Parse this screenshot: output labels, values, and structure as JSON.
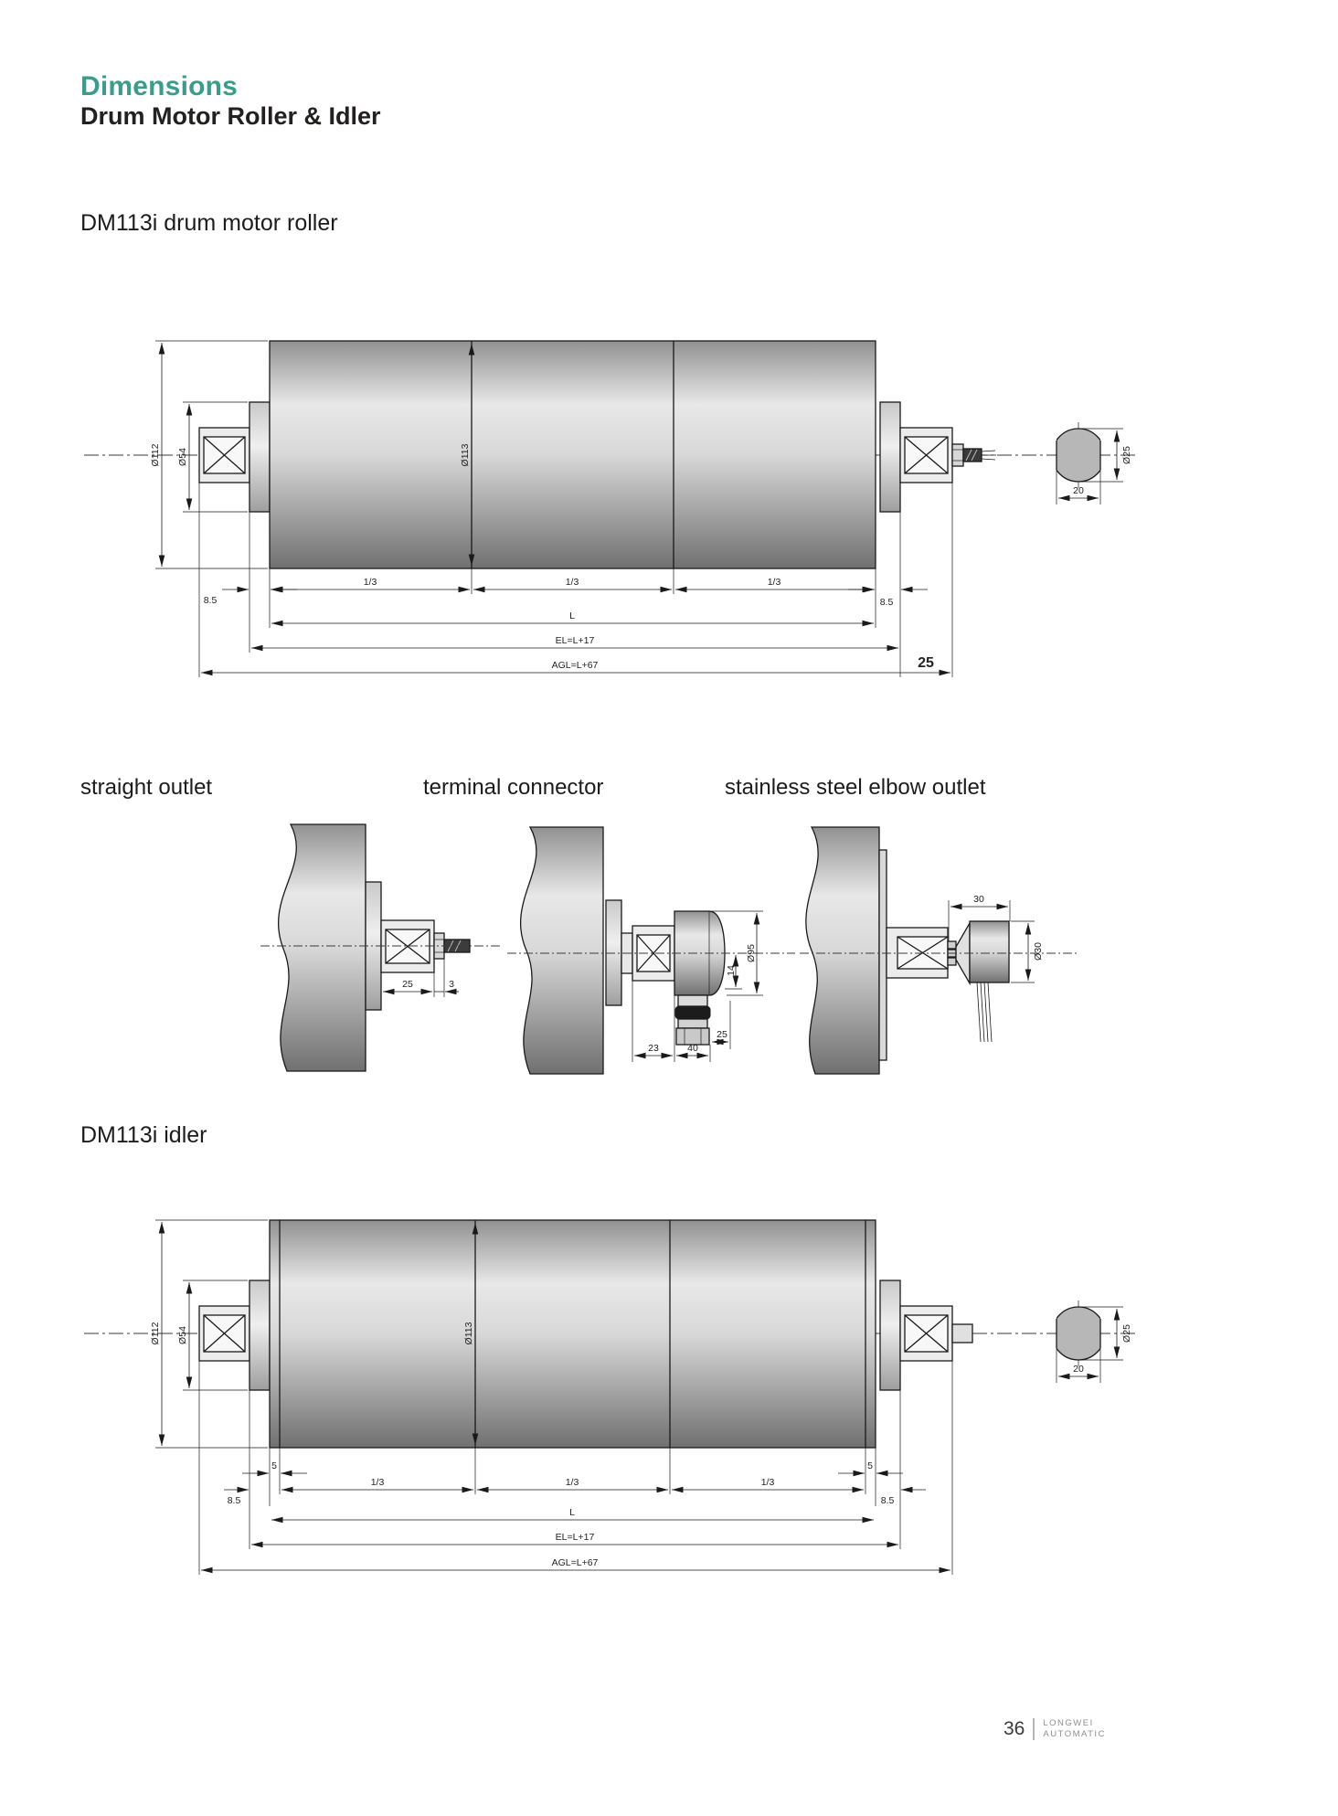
{
  "page": {
    "title": "Dimensions",
    "subtitle": "Drum Motor Roller & Idler",
    "footer_page": "36",
    "footer_brand_top": "LONGWEI",
    "footer_brand_bottom": "AUTOMATIC"
  },
  "sections": {
    "roller_heading": "DM113i drum motor roller",
    "idler_heading": "DM113i idler",
    "detail_straight": "straight outlet",
    "detail_terminal": "terminal connector",
    "detail_elbow": "stainless steel elbow outlet"
  },
  "roller": {
    "dia_mount": "Ø112",
    "dia_housing": "Ø54",
    "dia_shell": "Ø113",
    "seg_1": "1/3",
    "seg_2": "1/3",
    "seg_3": "1/3",
    "inset_left": "8.5",
    "inset_right": "8.5",
    "len_shell": "L",
    "len_el": "EL=L+17",
    "len_shaft": "25",
    "len_agl": "AGL=L+67",
    "dia_shaft_end": "Ø25",
    "shaft_flats": "20"
  },
  "straight": {
    "dim_bearing": "25",
    "dim_gap": "3"
  },
  "terminal": {
    "dim_offset": "23",
    "dim_plug_width": "40",
    "dim_plug_side": "25",
    "dim_depth": "14",
    "dia_cap": "Ø95"
  },
  "elbow": {
    "dim_length": "30",
    "dia_body": "Ø30"
  },
  "idler": {
    "dia_mount": "Ø112",
    "dia_housing": "Ø54",
    "dia_shell": "Ø113",
    "cap_left": "5",
    "cap_right": "5",
    "seg_1": "1/3",
    "seg_2": "1/3",
    "seg_3": "1/3",
    "inset_left": "8.5",
    "inset_right": "8.5",
    "len_shell": "L",
    "len_el": "EL=L+17",
    "len_agl": "AGL=L+67",
    "dia_shaft_end": "Ø25",
    "shaft_flats": "20"
  },
  "colors": {
    "accent_teal": "#3d9b8b",
    "text_dark": "#232020",
    "line": "#1a1a1a"
  }
}
